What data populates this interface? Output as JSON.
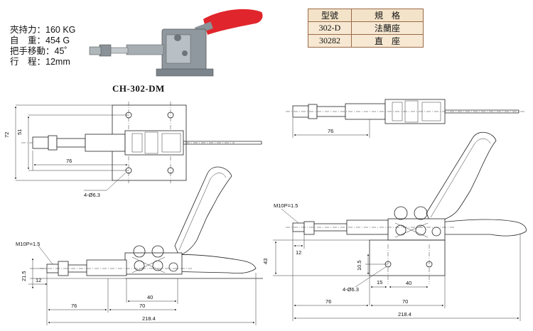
{
  "specs": [
    "夾持力：160 KG",
    "自　重：454 G",
    "把手移動：45˚",
    "行　程：12mm"
  ],
  "model_label": "CH-302-DM",
  "table": {
    "headers": [
      "型號",
      "規　格"
    ],
    "rows": [
      [
        "302-D",
        "法蘭座"
      ],
      [
        "30282",
        "直　座"
      ]
    ]
  },
  "dimensions": {
    "plate_height": "72",
    "hole_spacing": "51",
    "rod_length_top": "76",
    "rod_length_top_right": "76",
    "hole_label": "4-Ø6.3",
    "hole_label_right": "4-Ø6.3",
    "thread_left": "M10P=1.5",
    "thread_right": "M10P=1.5",
    "height_left": "21.5",
    "offset_left": "12",
    "offset_right": "12",
    "dim_40_left": "40",
    "dim_70_left": "70",
    "dim_76_left": "76",
    "dim_218_left": "218.4",
    "height_right": "43",
    "dim_10_5": "10.5",
    "dim_15": "15",
    "dim_40_right": "40",
    "dim_70_right": "70",
    "dim_76_right": "76",
    "dim_218_right": "218.4"
  },
  "colors": {
    "handle_grip": "#e0262c",
    "table_fill": "#f6e8d2",
    "table_border": "#9a6a4a",
    "metal": "#9aa3a8"
  }
}
